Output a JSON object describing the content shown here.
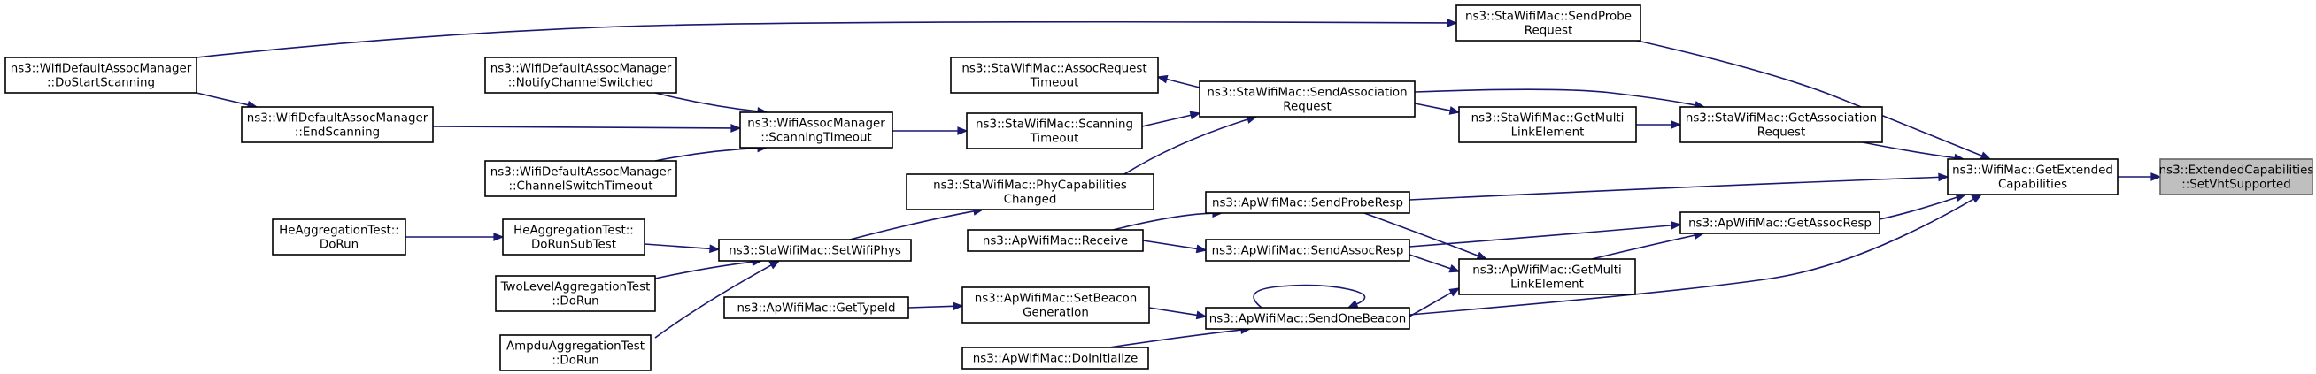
{
  "graph": {
    "title": "",
    "edge_color": "#191970",
    "root_fill": "#bfbfbf",
    "nodes": [
      {
        "id": "root",
        "lines": [
          "ns3::ExtendedCapabilities",
          "::SetVhtSupported"
        ]
      },
      {
        "id": "getext",
        "lines": [
          "ns3::WifiMac::GetExtended",
          "Capabilities"
        ]
      },
      {
        "id": "sendprobereq",
        "lines": [
          "ns3::StaWifiMac::SendProbe",
          "Request"
        ]
      },
      {
        "id": "getassocreq",
        "lines": [
          "ns3::StaWifiMac::GetAssociation",
          "Request"
        ]
      },
      {
        "id": "getassocresp",
        "lines": [
          "ns3::ApWifiMac::GetAssocResp"
        ]
      },
      {
        "id": "stagetmulti",
        "lines": [
          "ns3::StaWifiMac::GetMulti",
          "LinkElement"
        ]
      },
      {
        "id": "sendassoc",
        "lines": [
          "ns3::StaWifiMac::SendAssociation",
          "Request"
        ]
      },
      {
        "id": "sendproberesp",
        "lines": [
          "ns3::ApWifiMac::SendProbeResp"
        ]
      },
      {
        "id": "sendassocresp",
        "lines": [
          "ns3::ApWifiMac::SendAssocResp"
        ]
      },
      {
        "id": "apgetmulti",
        "lines": [
          "ns3::ApWifiMac::GetMulti",
          "LinkElement"
        ]
      },
      {
        "id": "sendonebeacon",
        "lines": [
          "ns3::ApWifiMac::SendOneBeacon"
        ]
      },
      {
        "id": "assoctimeout",
        "lines": [
          "ns3::StaWifiMac::AssocRequest",
          "Timeout"
        ]
      },
      {
        "id": "scantimeout",
        "lines": [
          "ns3::StaWifiMac::Scanning",
          "Timeout"
        ]
      },
      {
        "id": "phycap",
        "lines": [
          "ns3::StaWifiMac::PhyCapabilities",
          "Changed"
        ]
      },
      {
        "id": "receive",
        "lines": [
          "ns3::ApWifiMac::Receive"
        ]
      },
      {
        "id": "setbeacon",
        "lines": [
          "ns3::ApWifiMac::SetBeacon",
          "Generation"
        ]
      },
      {
        "id": "doinit",
        "lines": [
          "ns3::ApWifiMac::DoInitialize"
        ]
      },
      {
        "id": "gettypeid",
        "lines": [
          "ns3::ApWifiMac::GetTypeId"
        ]
      },
      {
        "id": "managerscantimeout",
        "lines": [
          "ns3::WifiAssocManager",
          "::ScanningTimeout"
        ]
      },
      {
        "id": "setwifiphys",
        "lines": [
          "ns3::StaWifiMac::SetWifiPhys"
        ]
      },
      {
        "id": "notifychan",
        "lines": [
          "ns3::WifiDefaultAssocManager",
          "::NotifyChannelSwitched"
        ]
      },
      {
        "id": "chanswitchtimeout",
        "lines": [
          "ns3::WifiDefaultAssocManager",
          "::ChannelSwitchTimeout"
        ]
      },
      {
        "id": "heaggsubtest",
        "lines": [
          "HeAggregationTest::",
          "DoRunSubTest"
        ]
      },
      {
        "id": "twolevel",
        "lines": [
          "TwoLevelAggregationTest",
          "::DoRun"
        ]
      },
      {
        "id": "ampdu",
        "lines": [
          "AmpduAggregationTest",
          "::DoRun"
        ]
      },
      {
        "id": "endscanning",
        "lines": [
          "ns3::WifiDefaultAssocManager",
          "::EndScanning"
        ]
      },
      {
        "id": "heaggrun",
        "lines": [
          "HeAggregationTest::",
          "DoRun"
        ]
      },
      {
        "id": "dostartscanning",
        "lines": [
          "ns3::WifiDefaultAssocManager",
          "::DoStartScanning"
        ]
      }
    ],
    "edges": [
      {
        "from": "getext",
        "to": "root"
      },
      {
        "from": "sendprobereq",
        "to": "getext"
      },
      {
        "from": "getassocreq",
        "to": "getext"
      },
      {
        "from": "getassocresp",
        "to": "getext"
      },
      {
        "from": "sendproberesp",
        "to": "getext"
      },
      {
        "from": "sendonebeacon",
        "to": "getext"
      },
      {
        "from": "stagetmulti",
        "to": "getassocreq"
      },
      {
        "from": "sendassoc",
        "to": "getassocreq"
      },
      {
        "from": "sendassoc",
        "to": "stagetmulti"
      },
      {
        "from": "sendassoc",
        "to": "assoctimeout"
      },
      {
        "from": "scantimeout",
        "to": "sendassoc"
      },
      {
        "from": "phycap",
        "to": "sendassoc"
      },
      {
        "from": "apgetmulti",
        "to": "getassocresp"
      },
      {
        "from": "sendassocresp",
        "to": "getassocresp"
      },
      {
        "from": "sendproberesp",
        "to": "apgetmulti"
      },
      {
        "from": "sendassocresp",
        "to": "apgetmulti"
      },
      {
        "from": "sendonebeacon",
        "to": "apgetmulti"
      },
      {
        "from": "sendonebeacon",
        "to": "sendonebeacon"
      },
      {
        "from": "receive",
        "to": "sendproberesp"
      },
      {
        "from": "receive",
        "to": "sendassocresp"
      },
      {
        "from": "setbeacon",
        "to": "sendonebeacon"
      },
      {
        "from": "doinit",
        "to": "sendonebeacon"
      },
      {
        "from": "gettypeid",
        "to": "setbeacon"
      },
      {
        "from": "managerscantimeout",
        "to": "scantimeout"
      },
      {
        "from": "setwifiphys",
        "to": "phycap"
      },
      {
        "from": "notifychan",
        "to": "managerscantimeout"
      },
      {
        "from": "chanswitchtimeout",
        "to": "managerscantimeout"
      },
      {
        "from": "endscanning",
        "to": "managerscantimeout"
      },
      {
        "from": "heaggsubtest",
        "to": "setwifiphys"
      },
      {
        "from": "twolevel",
        "to": "setwifiphys"
      },
      {
        "from": "ampdu",
        "to": "setwifiphys"
      },
      {
        "from": "heaggrun",
        "to": "heaggsubtest"
      },
      {
        "from": "dostartscanning",
        "to": "endscanning"
      },
      {
        "from": "dostartscanning",
        "to": "sendprobereq"
      }
    ]
  }
}
